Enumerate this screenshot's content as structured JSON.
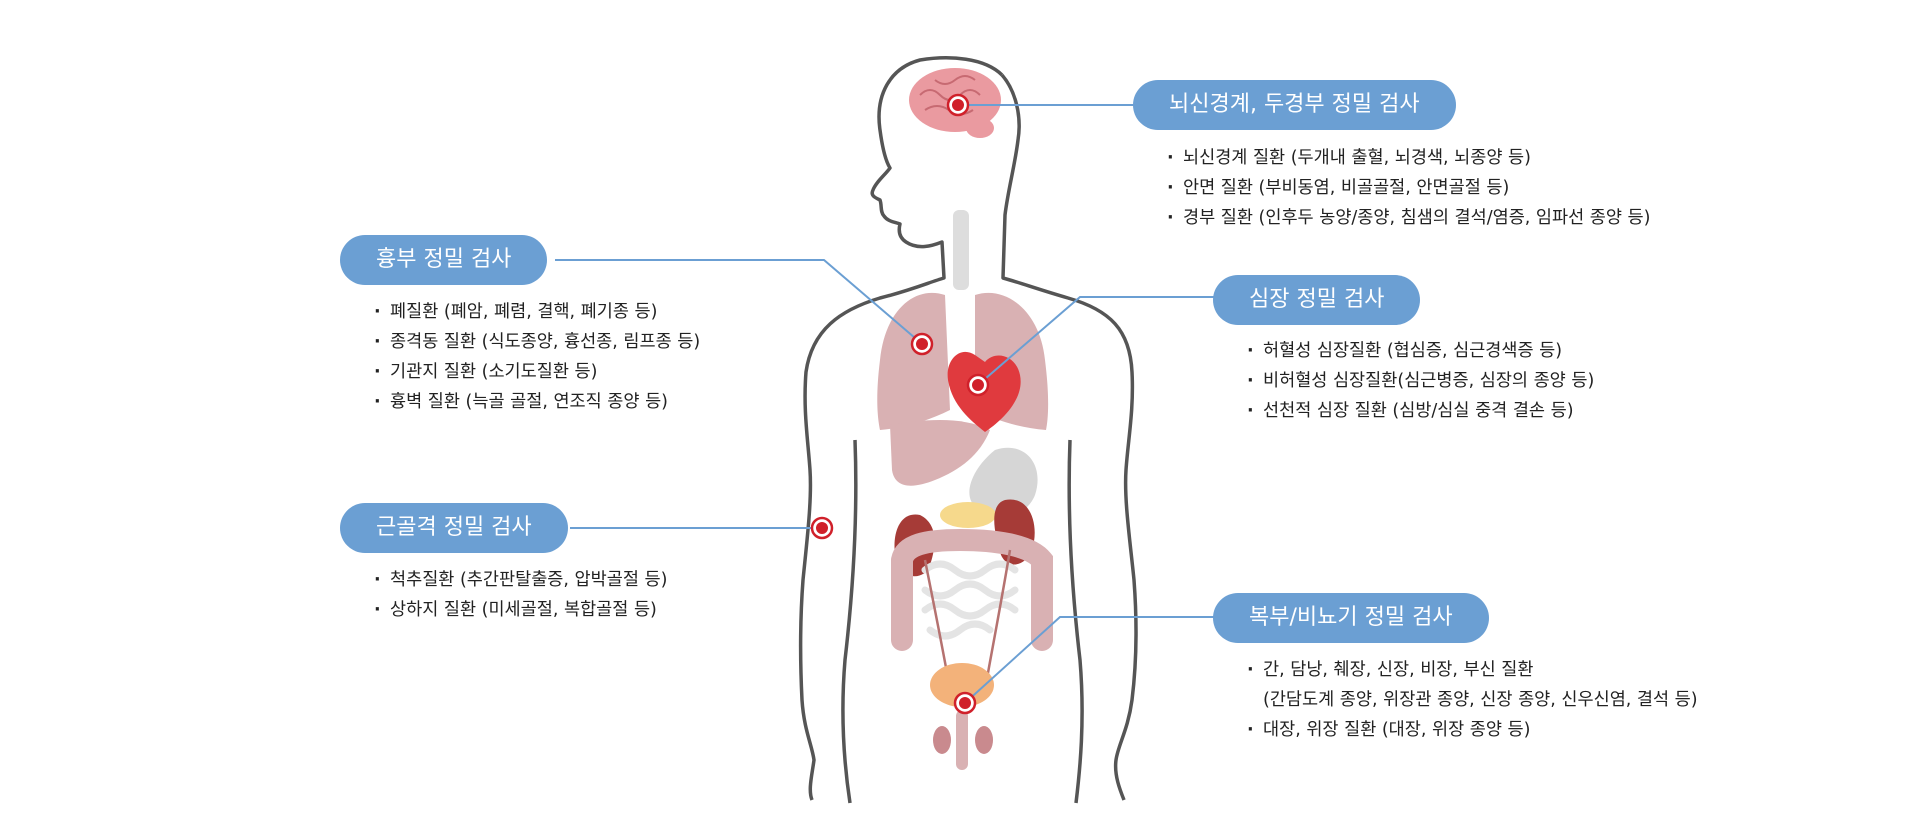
{
  "sections": {
    "brain": {
      "title": "뇌신경계, 두경부 정밀 검사",
      "items": [
        "뇌신경계 질환 (두개내 출혈, 뇌경색, 뇌종양 등)",
        "안면 질환 (부비동염, 비골골절, 안면골절 등)",
        "경부 질환 (인후두 농양/종양, 침샘의 결석/염증, 임파선 종양 등)"
      ]
    },
    "chest": {
      "title": "흉부 정밀 검사",
      "items": [
        "폐질환 (폐암, 폐렴, 결핵, 폐기종 등)",
        "종격동 질환 (식도종양, 흉선종, 림프종 등)",
        "기관지 질환 (소기도질환 등)",
        "흉벽 질환 (늑골 골절, 연조직 종양 등)"
      ]
    },
    "heart": {
      "title": "심장 정밀 검사",
      "items": [
        "허혈성 심장질환 (협심증, 심근경색증 등)",
        "비허혈성 심장질환(심근병증, 심장의 종양 등)",
        "선천적 심장 질환 (심방/심실 중격 결손 등)"
      ]
    },
    "musculo": {
      "title": "근골격 정밀 검사",
      "items": [
        "척추질환 (추간판탈출증, 압박골절 등)",
        "상하지 질환 (미세골절, 복합골절 등)"
      ]
    },
    "abdomen": {
      "title": "복부/비뇨기 정밀 검사",
      "items": [
        "간, 담낭, 췌장, 신장, 비장, 부신 질환",
        "(간담도계 종양, 위장관 종양, 신장 종양, 신우신염, 결석 등)",
        "대장, 위장 질환 (대장, 위장 종양 등)"
      ]
    }
  },
  "colors": {
    "pill": "#6b9fd3",
    "connector": "#6b9fd3",
    "marker": "#d0202a",
    "outline": "#555555",
    "lungs": "#d9b1b3",
    "heart": "#e03a3e",
    "kidney": "#a63b37",
    "pancreas": "#f6d98c",
    "bladder": "#f3b27a",
    "brain": "#ea9aa0"
  }
}
